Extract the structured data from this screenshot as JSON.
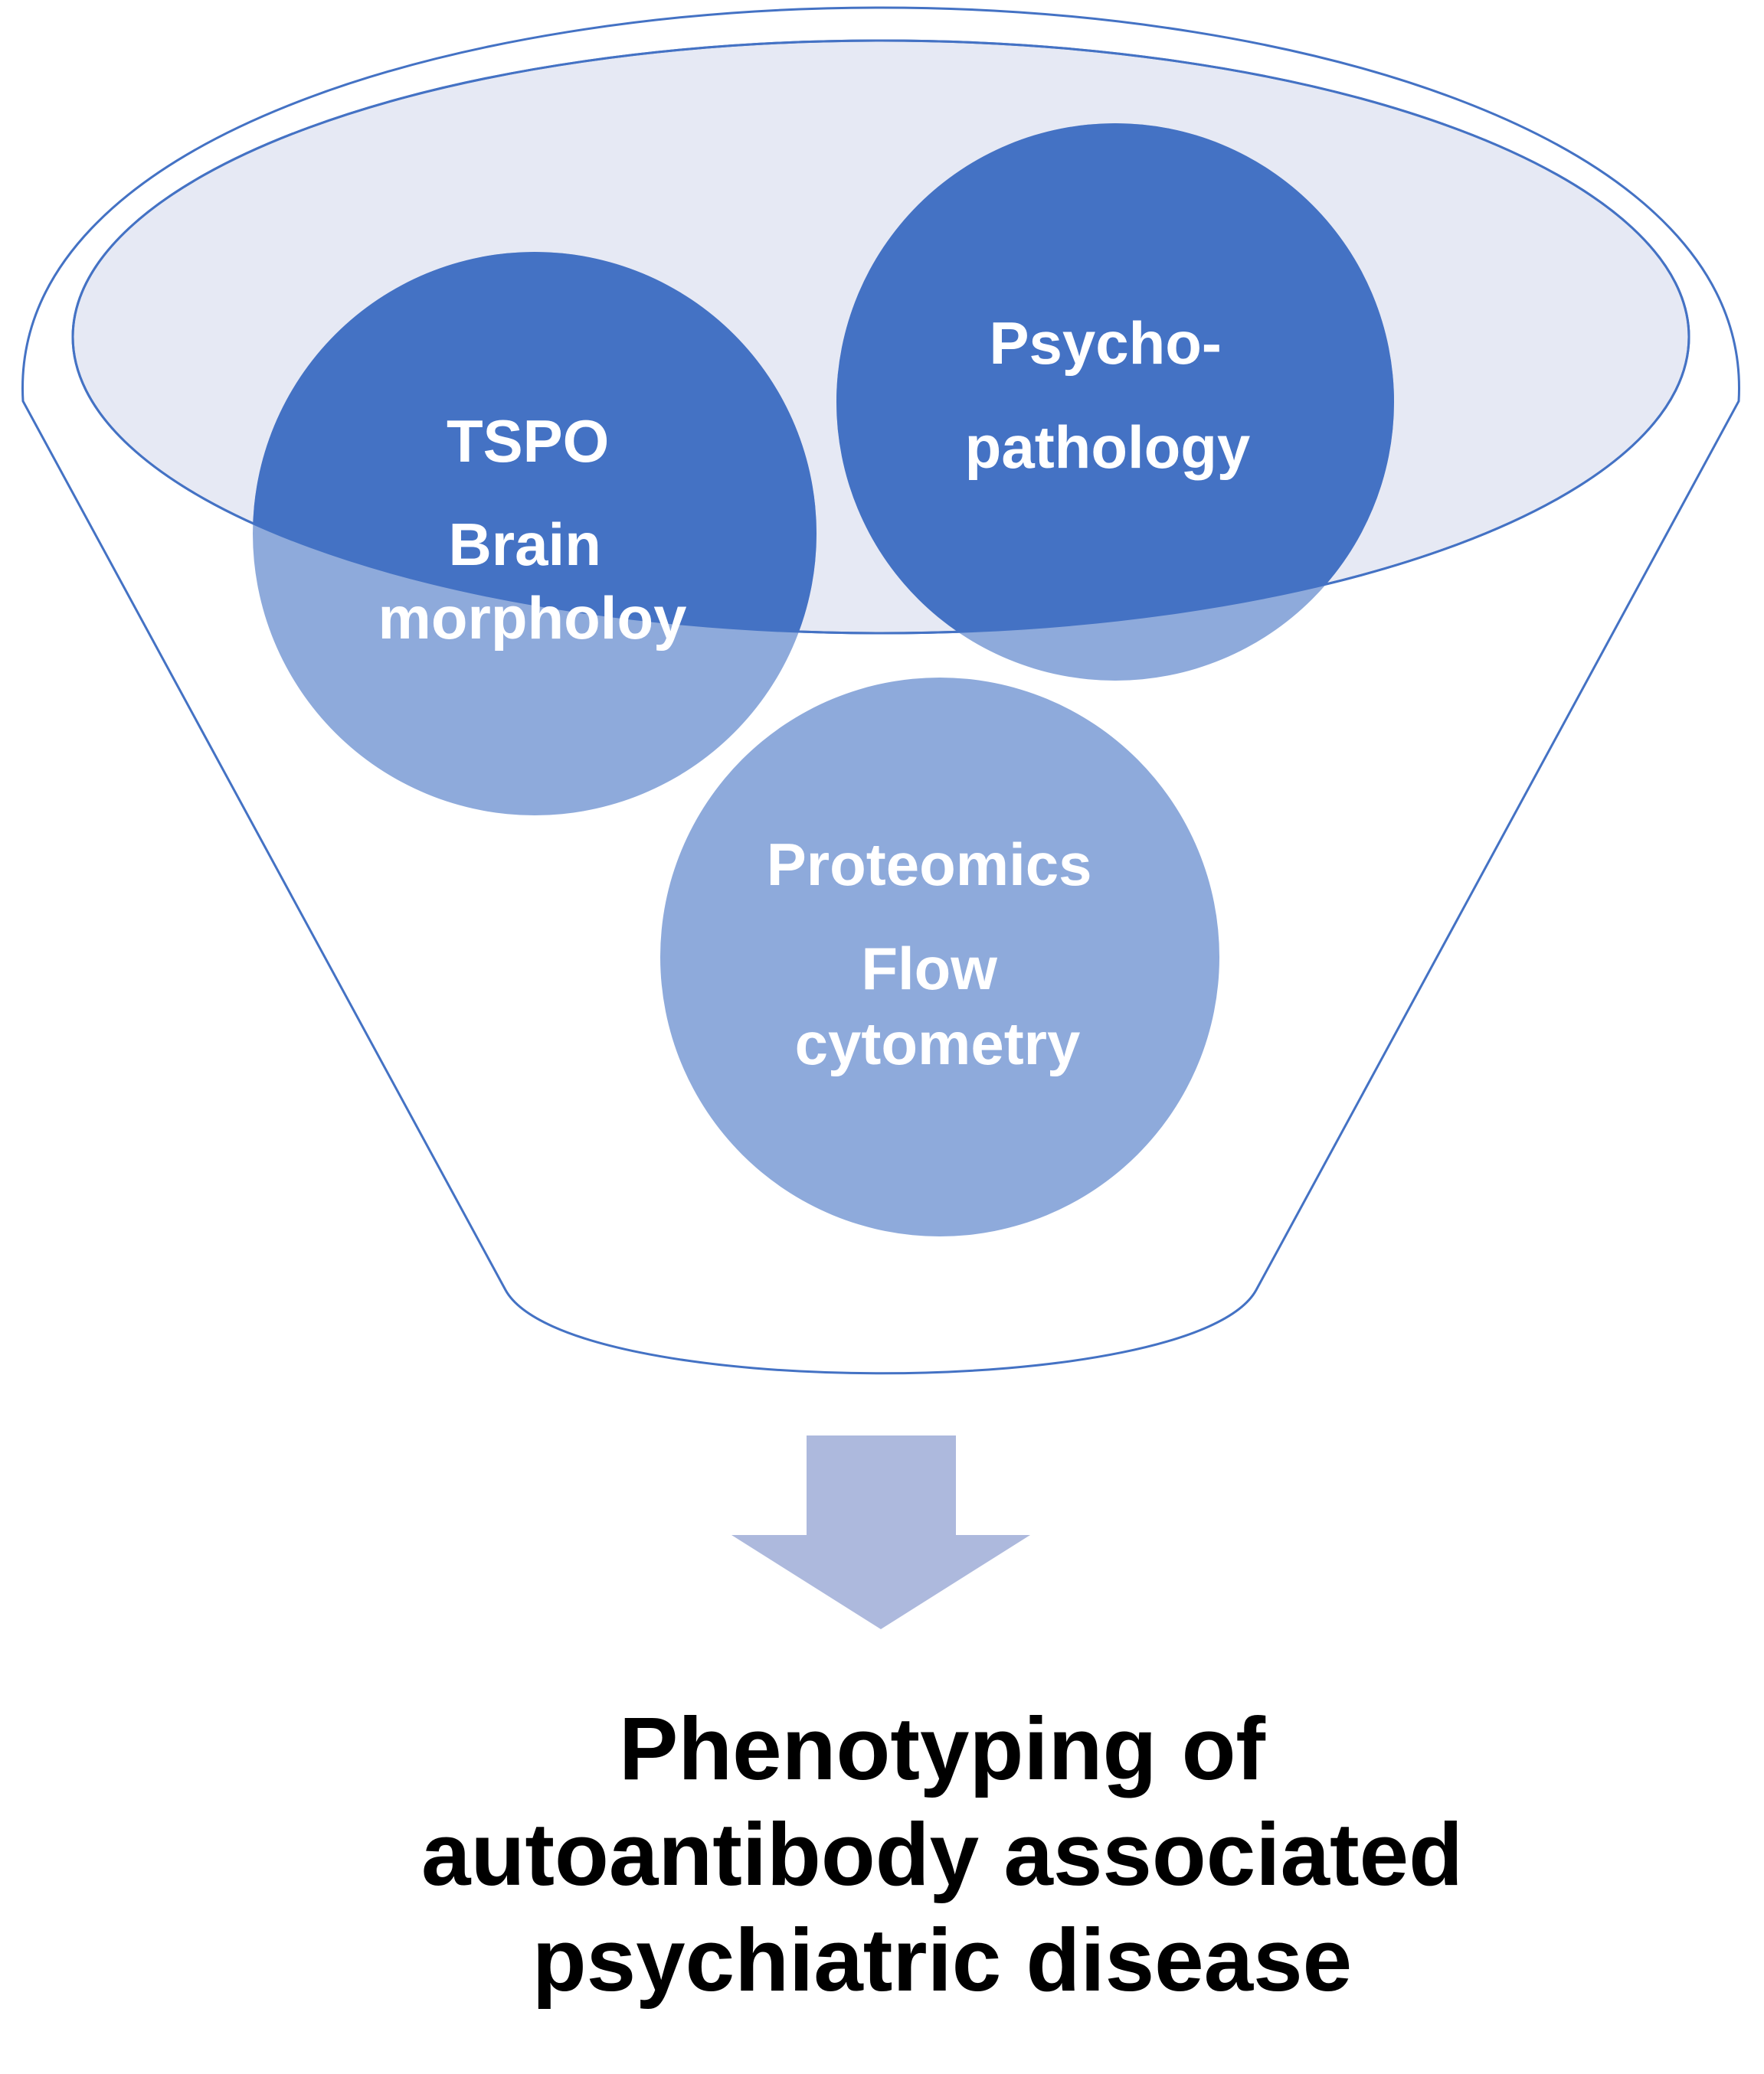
{
  "colors": {
    "funnel_outline": "#4472c4",
    "funnel_rim_fill": "#e6e9f4",
    "circle_dark": "#4472c4",
    "circle_light": "#8eaadb",
    "arrow": "#adb9dd",
    "label_text": "#ffffff",
    "outcome_text": "#000000"
  },
  "circles": {
    "tspo": {
      "lines": [
        "TSPO",
        "Brain",
        "morpholoy"
      ]
    },
    "psycho": {
      "lines": [
        "Psycho-",
        "pathology"
      ]
    },
    "proteomics": {
      "lines": [
        "Proteomics",
        "Flow",
        "cytometry"
      ]
    }
  },
  "arrow": {
    "icon": "down-arrow-icon"
  },
  "outcome": {
    "lines": [
      "Phenotyping of",
      "autoantibody associated",
      "psychiatric disease"
    ]
  }
}
